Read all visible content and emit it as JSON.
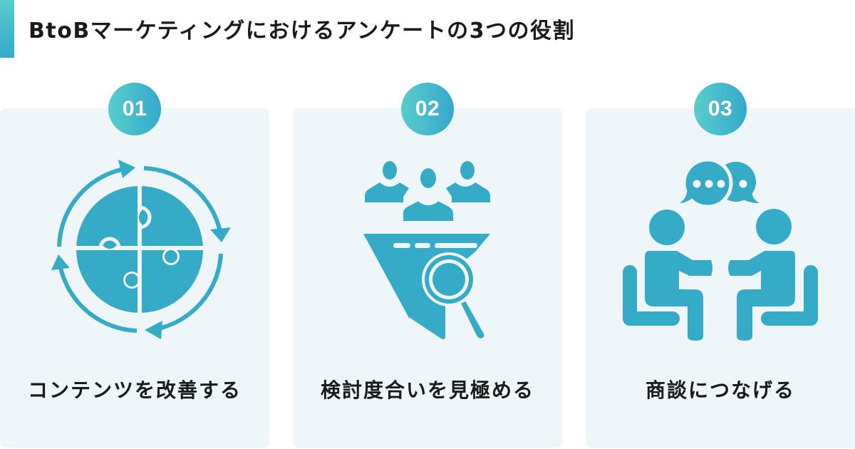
{
  "header": {
    "title": "BtoBマーケティングにおけるアンケートの3つの役割"
  },
  "colors": {
    "accent_gradient_start": "#58CCCC",
    "accent_gradient_end": "#35A9CB",
    "icon": "#36ABC8",
    "card_background": "#EEF6F9",
    "text": "#1a1a1a",
    "badge_text": "#FFFFFF"
  },
  "roles": [
    {
      "number": "01",
      "icon": "puzzle-cycle-icon",
      "label": "コンテンツを改善する"
    },
    {
      "number": "02",
      "icon": "people-funnel-search-icon",
      "label": "検討度合いを見極める"
    },
    {
      "number": "03",
      "icon": "meeting-conversation-icon",
      "label": "商談につなげる"
    }
  ]
}
